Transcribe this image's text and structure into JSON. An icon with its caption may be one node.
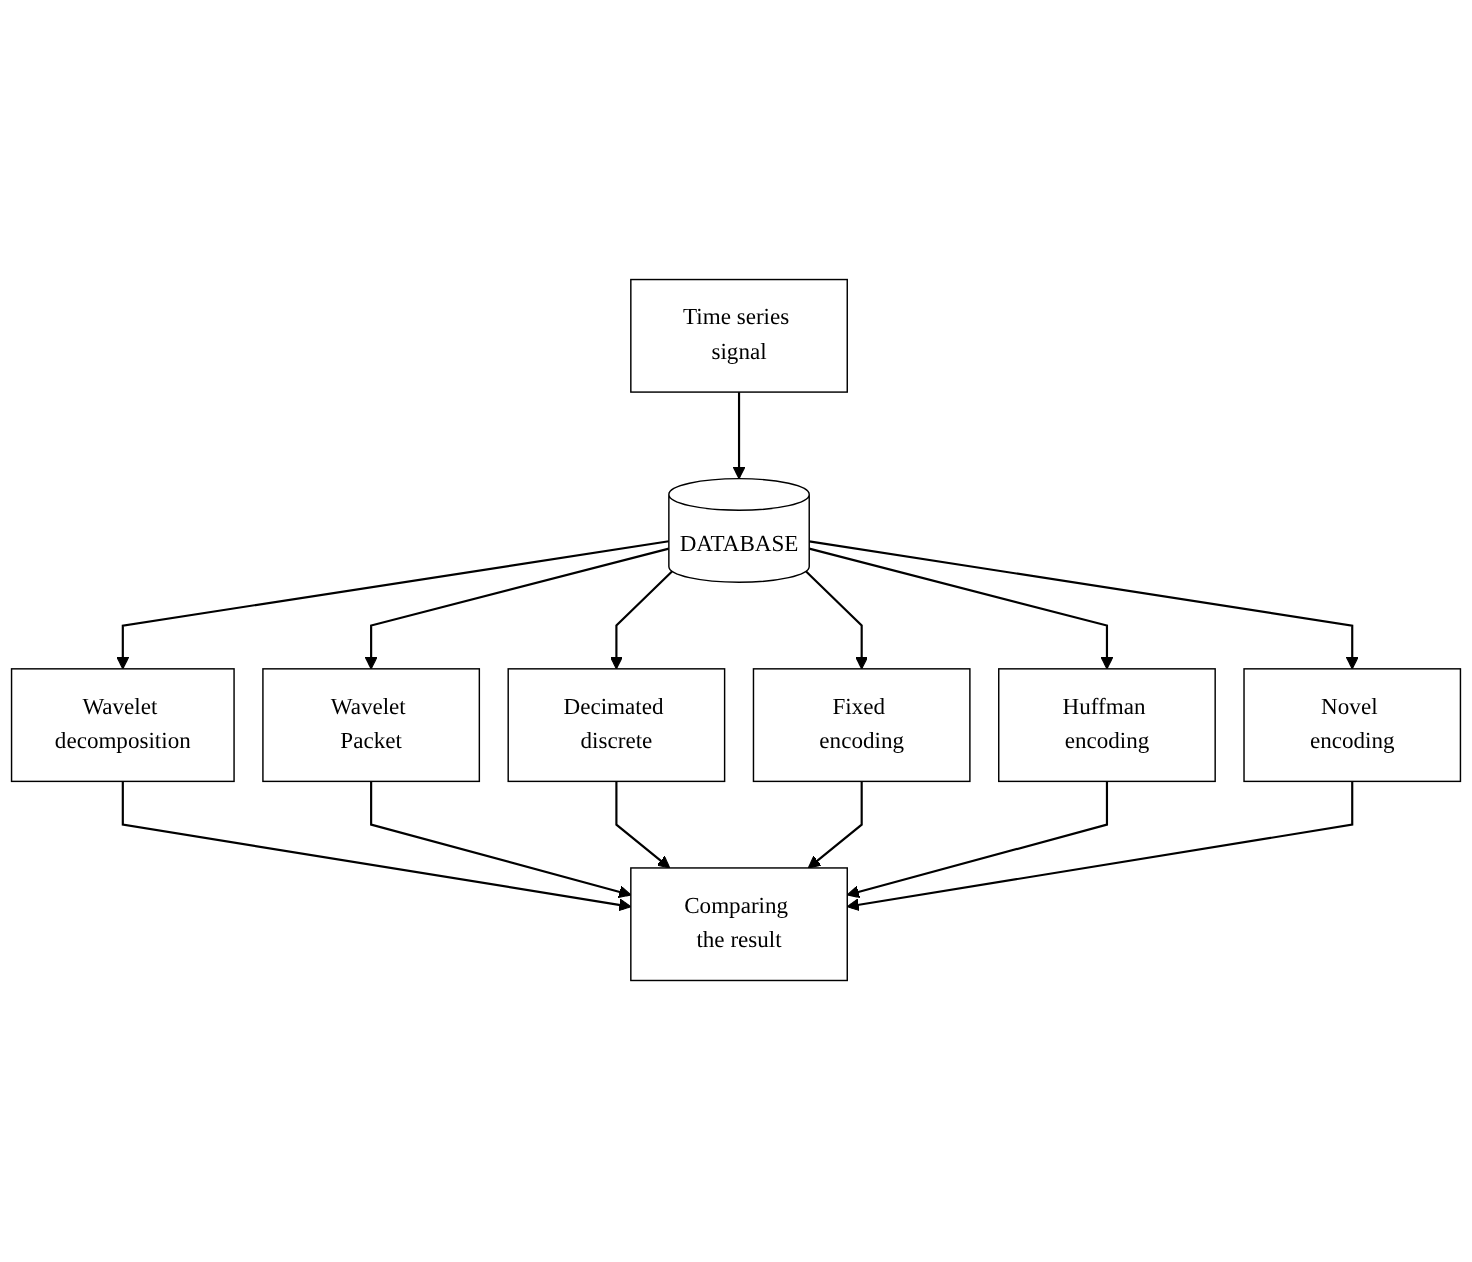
{
  "diagram": {
    "nodes": [
      {
        "text": [
          "Time series signal"
        ]
      },
      {
        "text": [
          "DATABASE"
        ]
      },
      {
        "text": [
          "Wavelet decomposition"
        ]
      },
      {
        "text": [
          "Wavelet Packet"
        ]
      },
      {
        "text": [
          "Decimated discrete"
        ]
      },
      {
        "text": [
          "Fixed encoding"
        ]
      },
      {
        "text": [
          "Huffman encoding"
        ]
      },
      {
        "text": [
          "Novel encoding"
        ]
      },
      {
        "text": [
          "Comparing the result"
        ]
      }
    ],
    "edges": [
      {
        "from": 0,
        "to": 1,
        "arrow": "to"
      },
      {
        "from": 1,
        "to": 2,
        "arrow": "to"
      },
      {
        "from": 1,
        "to": 3,
        "arrow": "to"
      },
      {
        "from": 1,
        "to": 4,
        "arrow": "to"
      },
      {
        "from": 1,
        "to": 5,
        "arrow": "to"
      },
      {
        "from": 1,
        "to": 6,
        "arrow": "to"
      },
      {
        "from": 1,
        "to": 7,
        "arrow": "to"
      },
      {
        "from": 2,
        "to": 8,
        "arrow": "to"
      },
      {
        "from": 3,
        "to": 8,
        "arrow": "to"
      },
      {
        "from": 4,
        "to": 8,
        "arrow": "to"
      },
      {
        "from": 5,
        "to": 8,
        "arrow": "to"
      },
      {
        "from": 6,
        "to": 8,
        "arrow": "to"
      },
      {
        "from": 7,
        "to": 8,
        "arrow": "to"
      }
    ]
  }
}
